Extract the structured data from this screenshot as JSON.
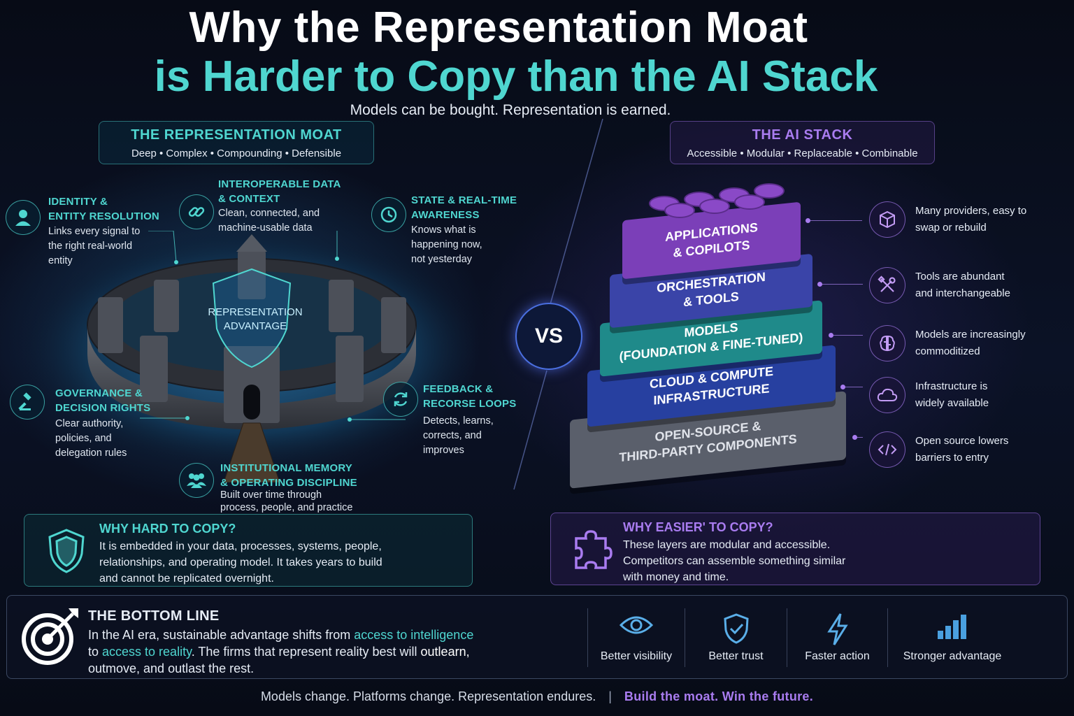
{
  "title": {
    "line1": "Why the Representation Moat",
    "line2": "is Harder to Copy than the AI Stack",
    "subtitle": "Models can be bought. Representation is earned."
  },
  "left_panel": {
    "heading": "THE REPRESENTATION MOAT",
    "tagline": "Deep • Complex • Compounding • Defensible",
    "center_label": "REPRESENTATION\nADVANTAGE",
    "features": [
      {
        "title": "IDENTITY &\nENTITY RESOLUTION",
        "desc": "Links every signal to\nthe right real-world\nentity",
        "icon": "person-icon"
      },
      {
        "title": "INTEROPERABLE DATA\n& CONTEXT",
        "desc": "Clean, connected, and\nmachine-usable data",
        "icon": "link-icon"
      },
      {
        "title": "STATE & REAL-TIME\nAWARENESS",
        "desc": "Knows what is\nhappening now,\nnot yesterday",
        "icon": "clock-icon"
      },
      {
        "title": "GOVERNANCE &\nDECISION RIGHTS",
        "desc": "Clear authority,\npolicies, and\ndelegation rules",
        "icon": "gavel-icon"
      },
      {
        "title": "FEEDBACK &\nRECORSE LOOPS",
        "desc": "Detects, learns,\ncorrects, and\nimproves",
        "icon": "refresh-icon"
      },
      {
        "title": "INSTITUTIONAL MEMORY\n& OPERATING DISCIPLINE",
        "desc": "Built over time through\nprocess, people, and practice",
        "icon": "people-icon"
      }
    ]
  },
  "vs_label": "VS",
  "right_panel": {
    "heading": "THE AI STACK",
    "tagline": "Accessible • Modular • Replaceable • Combinable",
    "layers": [
      {
        "label": "APPLICATIONS\n& COPILOTS",
        "color": "#7b3fb8"
      },
      {
        "label": "ORCHESTRATION\n& TOOLS",
        "color": "#3a44a8"
      },
      {
        "label": "MODELS\n(FOUNDATION & FINE-TUNED)",
        "color": "#1f8a8a"
      },
      {
        "label": "CLOUD & COMPUTE\nINFRASTRUCTURE",
        "color": "#2740a0"
      },
      {
        "label": "OPEN-SOURCE &\nTHIRD-PARTY COMPONENTS",
        "color": "#5a5f6b"
      }
    ],
    "notes": [
      {
        "text": "Many providers, easy to\nswap or rebuild",
        "icon": "cube-icon"
      },
      {
        "text": "Tools are abundant\nand interchangeable",
        "icon": "tools-icon"
      },
      {
        "text": "Models are increasingly\ncommoditized",
        "icon": "brain-icon"
      },
      {
        "text": "Infrastructure is\nwidely available",
        "icon": "cloud-icon"
      },
      {
        "text": "Open source lowers\nbarriers to entry",
        "icon": "code-icon"
      }
    ]
  },
  "why_hard": {
    "heading": "WHY HARD TO COPY?",
    "body": "It is embedded in your data, processes, systems, people,\nrelationships, and operating model. It takes years to build\nand cannot be replicated overnight."
  },
  "why_easy": {
    "heading": "WHY EASIER' TO COPY?",
    "body": "These layers are modular and accessible.\nCompetitors can assemble something similar\nwith money and time."
  },
  "bottom_line": {
    "heading": "THE BOTTOM LINE",
    "part1": "In the AI era, sustainable advantage shifts from ",
    "hl1": "access to intelligence",
    "part2": "to ",
    "hl2": "access to reality",
    "part3": ". The firms that represent reality best will ",
    "em1": "outlearn,",
    "part4": "outmove, and outlast the rest.",
    "benefits": [
      {
        "label": "Better visibility",
        "icon": "eye-icon"
      },
      {
        "label": "Better trust",
        "icon": "shield-check-icon"
      },
      {
        "label": "Faster action",
        "icon": "bolt-icon"
      },
      {
        "label": "Stronger advantage",
        "icon": "bars-icon"
      }
    ]
  },
  "footer": {
    "left": "Models change. Platforms change. Representation endures.",
    "separator": "|",
    "right": "Build the moat. Win the future."
  },
  "colors": {
    "teal": "#4fd6d0",
    "purple": "#a97cf0",
    "background": "#0a0f1f"
  }
}
